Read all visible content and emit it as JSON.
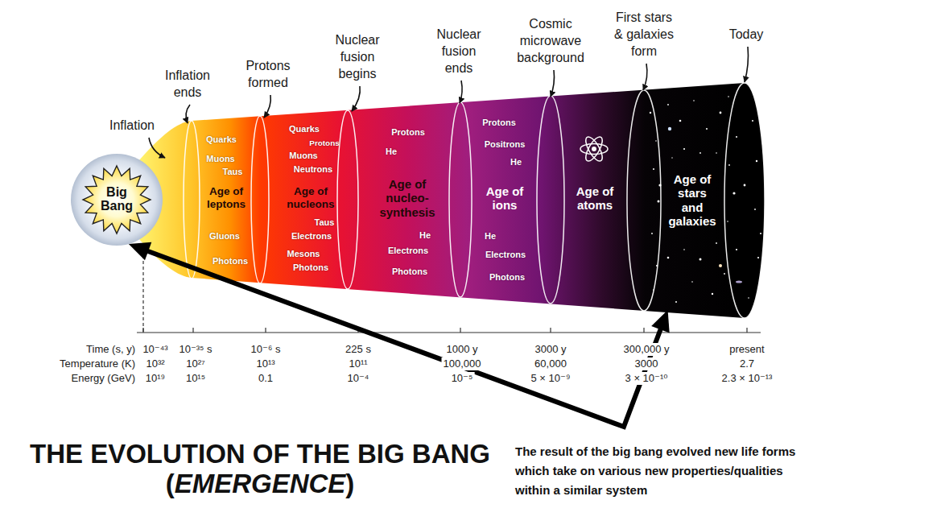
{
  "diagram": {
    "title": "THE EVOLUTION OF THE BIG BANG (EMERGENCE)",
    "nodes": [
      {
        "text": [
          "Big Bang"
        ]
      },
      {
        "text": [
          "Quarks",
          "Muons",
          "Taus",
          "Age of leptons",
          "Gluons",
          "Photons"
        ]
      },
      {
        "text": [
          "Quarks",
          "Protons",
          "Muons",
          "Neutrons",
          "Age of nucleons",
          "Taus",
          "Electrons",
          "Mesons",
          "Photons"
        ]
      },
      {
        "text": [
          "Protons",
          "He",
          "Age of nucleo-synthesis",
          "He",
          "Electrons",
          "Photons"
        ]
      },
      {
        "text": [
          "Protons",
          "Positrons",
          "He",
          "Age of ions",
          "He",
          "Electrons",
          "Photons"
        ]
      },
      {
        "text": [
          "Age of atoms"
        ]
      },
      {
        "text": [
          "Age of stars and galaxies"
        ]
      }
    ],
    "edges": [
      {
        "from": 0,
        "to": 6,
        "arrow": "both"
      }
    ],
    "labels": [
      "Inflation",
      "Inflation ends",
      "Protons formed",
      "Nuclear fusion begins",
      "Nuclear fusion ends",
      "Cosmic microwave background",
      "First stars & galaxies form",
      "Today",
      "Time (s, y)",
      "10⁻⁴³",
      "10⁻³⁵ s",
      "10⁻⁶ s",
      "225 s",
      "1000 y",
      "3000 y",
      "300,000 y",
      "present",
      "Temperature (K)",
      "10³²",
      "10²⁷",
      "10¹³",
      "10¹¹",
      "100,000",
      "60,000",
      "3000",
      "2.7",
      "Energy (GeV)",
      "10¹⁹",
      "10¹⁵",
      "0.1",
      "10⁻⁴",
      "10⁻⁵",
      "5 × 10⁻⁹",
      "3 × 10⁻¹⁰",
      "2.3 × 10⁻¹³",
      "The result of the big bang evolved new life forms which take on various new properties/qualities within a similar system"
    ]
  }
}
